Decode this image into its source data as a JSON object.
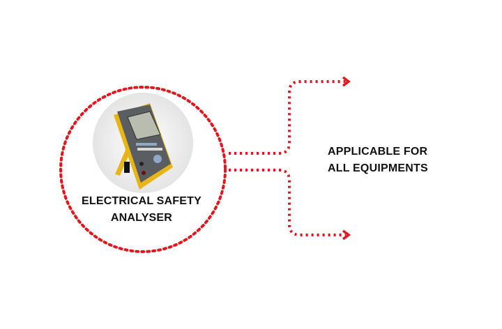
{
  "device": {
    "label_line1": "ELECTRICAL SAFETY",
    "label_line2": "ANALYSER",
    "icon": "safety-analyser-device"
  },
  "target": {
    "label_line1": "APPLICABLE FOR",
    "label_line2": "ALL EQUIPMENTS"
  },
  "colors": {
    "accent": "#e8141c",
    "device_body": "#5b5e60",
    "device_trim": "#f2c21a"
  }
}
